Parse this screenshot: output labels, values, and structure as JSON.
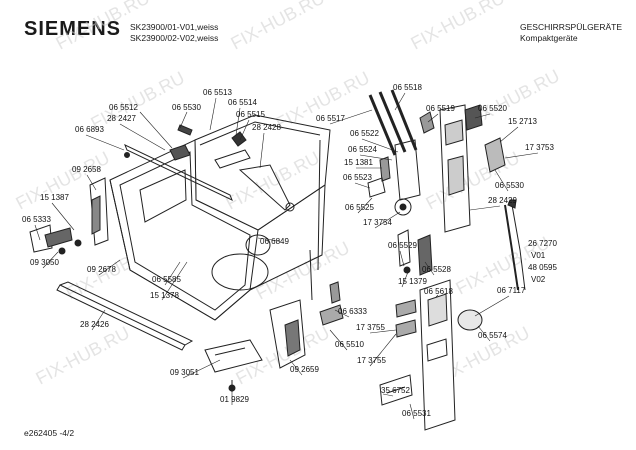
{
  "header": {
    "brand": "SIEMENS",
    "models": [
      "SK23900/01-V01,weiss",
      "SK23900/02-V02,weiss"
    ],
    "category": [
      "GESCHIRRSPÜLGERÄTE",
      "Kompaktgeräte"
    ]
  },
  "footer": {
    "doc_id": "e262405   -4/2"
  },
  "watermark": "FIX-HUB.RU",
  "parts": [
    "06 5513",
    "06 5512",
    "06 5530",
    "06 5514",
    "28 2427",
    "06 5515",
    "06 6893",
    "28 2428",
    "09 2658",
    "15 1387",
    "06 5333",
    "09 3050",
    "09 2678",
    "06 5585",
    "15 1378",
    "06 6849",
    "28 2426",
    "09 3051",
    "01 9829",
    "09 2659",
    "06 6333",
    "06 5510",
    "06 5518",
    "06 5517",
    "06 5519",
    "06 5520",
    "06 5522",
    "15 2713",
    "06 5524",
    "17 3753",
    "15 1381",
    "06 5523",
    "06 5525",
    "06 5530",
    "28 2429",
    "17 3754",
    "06 5529",
    "06 5528",
    "26 7270",
    "V01",
    "48 0595",
    "V02",
    "15 1379",
    "06 5618",
    "06 7117",
    "17 3755",
    "06 5574",
    "17 3755",
    "35 6752",
    "06 5531"
  ]
}
